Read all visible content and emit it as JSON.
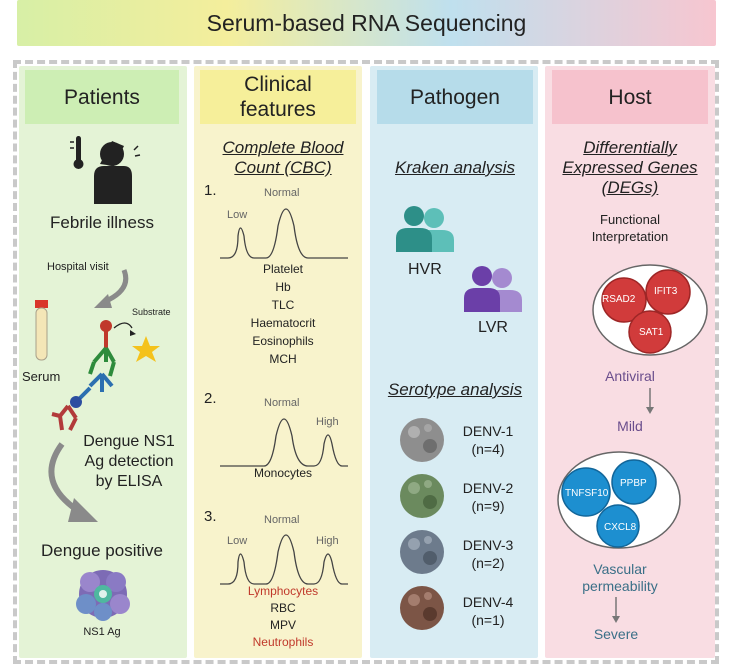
{
  "title": "Serum-based RNA Sequencing",
  "patients": {
    "header": "Patients",
    "febrile": "Febrile illness",
    "hospital_visit": "Hospital visit",
    "serum": "Serum",
    "substrate": "Substrate",
    "ns1_line1": "Dengue NS1",
    "ns1_line2": "Ag detection",
    "ns1_line3": "by ELISA",
    "dengue_positive": "Dengue positive",
    "ns1_ag": "NS1 Ag"
  },
  "clinical": {
    "header_line1": "Clinical",
    "header_line2": "features",
    "cbc_line1": "Complete Blood",
    "cbc_line2": "Count (CBC)",
    "n1": "1.",
    "n2": "2.",
    "n3": "3.",
    "low": "Low",
    "normal": "Normal",
    "high": "High",
    "list1": [
      "Platelet",
      "Hb",
      "TLC",
      "Haematocrit",
      "Eosinophils",
      "MCH"
    ],
    "list2": [
      "Monocytes"
    ],
    "list3": [
      "Lymphocytes",
      "RBC",
      "MPV",
      "Neutrophils"
    ],
    "red_color": "#c0392b"
  },
  "pathogen": {
    "header": "Pathogen",
    "kraken": "Kraken analysis",
    "hvr": "HVR",
    "lvr": "LVR",
    "serotype": "Serotype analysis",
    "serotypes": [
      {
        "name": "DENV-1",
        "n": "(n=4)",
        "color": "#8e8e8e"
      },
      {
        "name": "DENV-2",
        "n": "(n=9)",
        "color": "#6b8a5e"
      },
      {
        "name": "DENV-3",
        "n": "(n=2)",
        "color": "#6d7b8c"
      },
      {
        "name": "DENV-4",
        "n": "(n=1)",
        "color": "#7c5546"
      }
    ]
  },
  "host": {
    "header": "Host",
    "degs_line1": "Differentially",
    "degs_line2": "Expressed Genes",
    "degs_line3": "(DEGs)",
    "functional_line1": "Functional",
    "functional_line2": "Interpretation",
    "antiviral_genes": [
      "RSAD2",
      "IFIT3",
      "SAT1"
    ],
    "antiviral": "Antiviral",
    "mild": "Mild",
    "vascular_genes": [
      "TNFSF10",
      "PPBP",
      "CXCL8"
    ],
    "vascular_line1": "Vascular",
    "vascular_line2": "permeability",
    "severe": "Severe"
  }
}
